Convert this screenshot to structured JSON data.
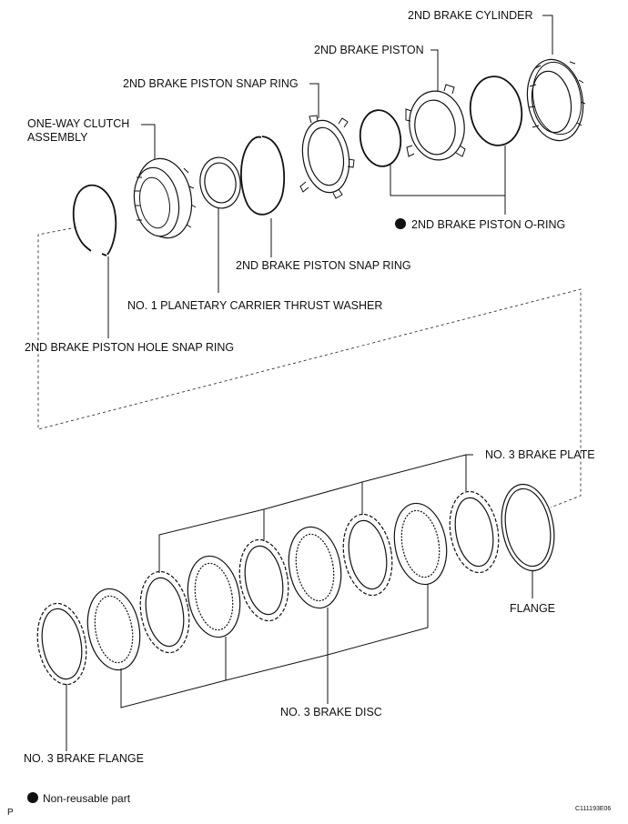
{
  "labels": {
    "brake_cylinder": "2ND BRAKE CYLINDER",
    "brake_piston": "2ND BRAKE PISTON",
    "piston_snap_ring_top": "2ND BRAKE PISTON SNAP RING",
    "one_way_clutch_line1": "ONE-WAY CLUTCH",
    "one_way_clutch_line2": "ASSEMBLY",
    "piston_o_ring": "2ND BRAKE PISTON O-RING",
    "piston_snap_ring_mid": "2ND BRAKE PISTON SNAP RING",
    "thrust_washer": "NO. 1 PLANETARY CARRIER THRUST WASHER",
    "hole_snap_ring": "2ND BRAKE PISTON HOLE SNAP RING",
    "brake_plate": "NO. 3 BRAKE PLATE",
    "flange": "FLANGE",
    "brake_disc": "NO. 3 BRAKE DISC",
    "brake_flange": "NO. 3 BRAKE FLANGE",
    "legend_nonreusable": "Non-reusable part",
    "corner_p": "P",
    "figure_code": "C111193E06"
  }
}
